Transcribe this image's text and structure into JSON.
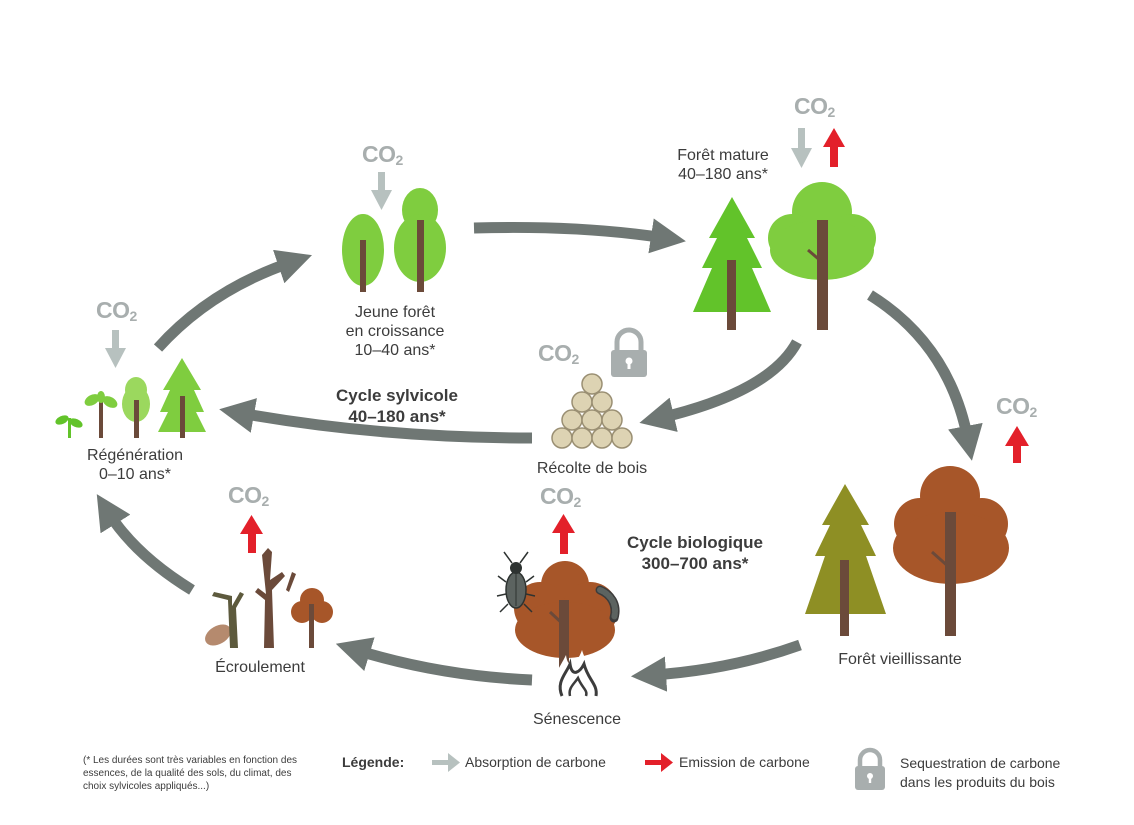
{
  "stages": {
    "regeneration": [
      "Régénération",
      "0–10 ans*"
    ],
    "young": [
      "Jeune forêt",
      "en croissance",
      "10–40 ans*"
    ],
    "mature": [
      "Forêt mature",
      "40–180 ans*"
    ],
    "harvest": "Récolte de bois",
    "aging": "Forêt vieillissante",
    "senescence": "Sénescence",
    "collapse": "Écroulement"
  },
  "cycles": {
    "sylvicole": [
      "Cycle sylvicole",
      "40–180 ans*"
    ],
    "biologique": [
      "Cycle biologique",
      "300–700 ans*"
    ]
  },
  "co2": {
    "main": "CO",
    "sub": "2"
  },
  "footnote": [
    "(* Les durées sont très variables en fonction des",
    "essences, de la qualité des sols, du climat, des",
    "choix sylvicoles appliqués...)"
  ],
  "legend": {
    "title": "Légende:",
    "absorption": "Absorption de carbone",
    "emission": "Emission de carbone",
    "sequestration": [
      "Sequestration de carbone",
      "dans les produits du bois"
    ]
  },
  "colors": {
    "cycle_arrow": "#6f7774",
    "absorption_arrow": "#b7c1bf",
    "emission_arrow": "#e3202a",
    "lock": "#a8aeae",
    "green_dark": "#62c32a",
    "green_mid": "#7fcd3f",
    "green_light": "#9bd85e",
    "trunk": "#6b4a3a",
    "brown": "#a75629",
    "olive": "#8e8f24",
    "log": "#ddd3b3",
    "log_edge": "#9a8f73"
  }
}
